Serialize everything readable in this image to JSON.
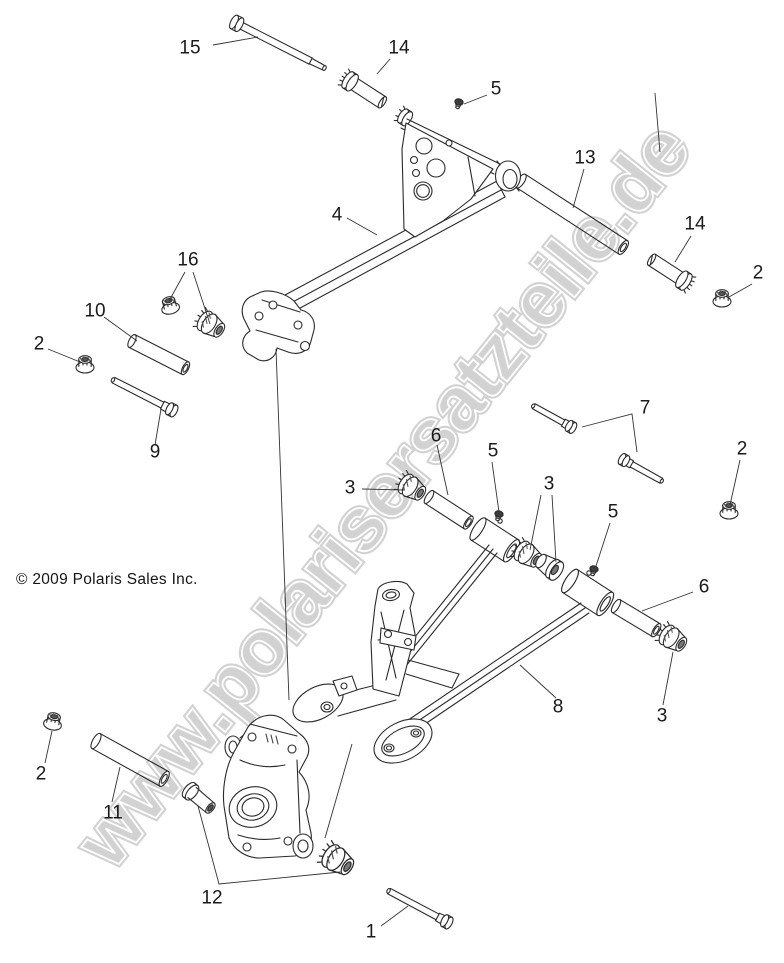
{
  "copyright": "© 2009 Polaris Sales Inc.",
  "watermark": {
    "text": "www.polarisersatzteile.de",
    "color": "#d2d2d2",
    "inner_stroke": "#ffffff"
  },
  "colors": {
    "line": "#2a2a2a",
    "background": "#ffffff"
  },
  "callouts": [
    {
      "label": "15"
    },
    {
      "label": "14"
    },
    {
      "label": "5"
    },
    {
      "label": "13"
    },
    {
      "label": "4"
    },
    {
      "label": "14"
    },
    {
      "label": "2"
    },
    {
      "label": "16"
    },
    {
      "label": "10"
    },
    {
      "label": "2"
    },
    {
      "label": "9"
    },
    {
      "label": "7"
    },
    {
      "label": "6"
    },
    {
      "label": "5"
    },
    {
      "label": "3"
    },
    {
      "label": "3"
    },
    {
      "label": "5"
    },
    {
      "label": "2"
    },
    {
      "label": "6"
    },
    {
      "label": "3"
    },
    {
      "label": "8"
    },
    {
      "label": "2"
    },
    {
      "label": "11"
    },
    {
      "label": "12"
    },
    {
      "label": "1"
    }
  ]
}
